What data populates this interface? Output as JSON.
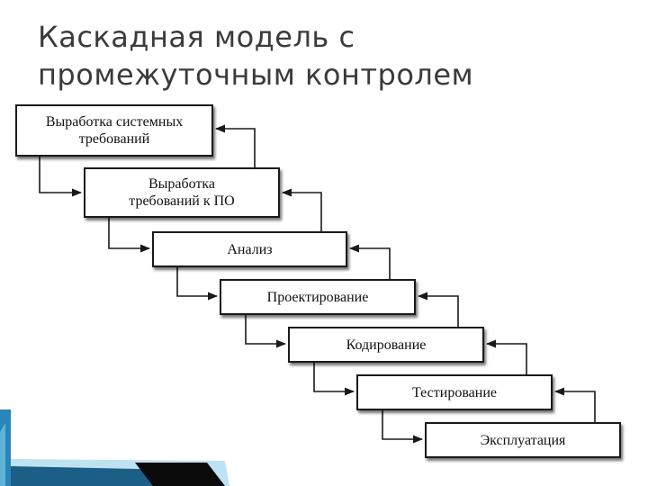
{
  "title": {
    "line1": "Каскадная модель с",
    "line2": "промежуточным контролем"
  },
  "stages": [
    {
      "line1": "Выработка системных",
      "line2": "требований"
    },
    {
      "line1": "Выработка",
      "line2": "требований к ПО"
    },
    {
      "line1": "Анализ",
      "line2": ""
    },
    {
      "line1": "Проектирование",
      "line2": ""
    },
    {
      "line1": "Кодирование",
      "line2": ""
    },
    {
      "line1": "Тестирование",
      "line2": ""
    },
    {
      "line1": "Эксплуатация",
      "line2": ""
    }
  ],
  "colors": {
    "title": "#3b3b3b",
    "line": "#1a1a1a",
    "accent_blue": "#2a86b8"
  }
}
